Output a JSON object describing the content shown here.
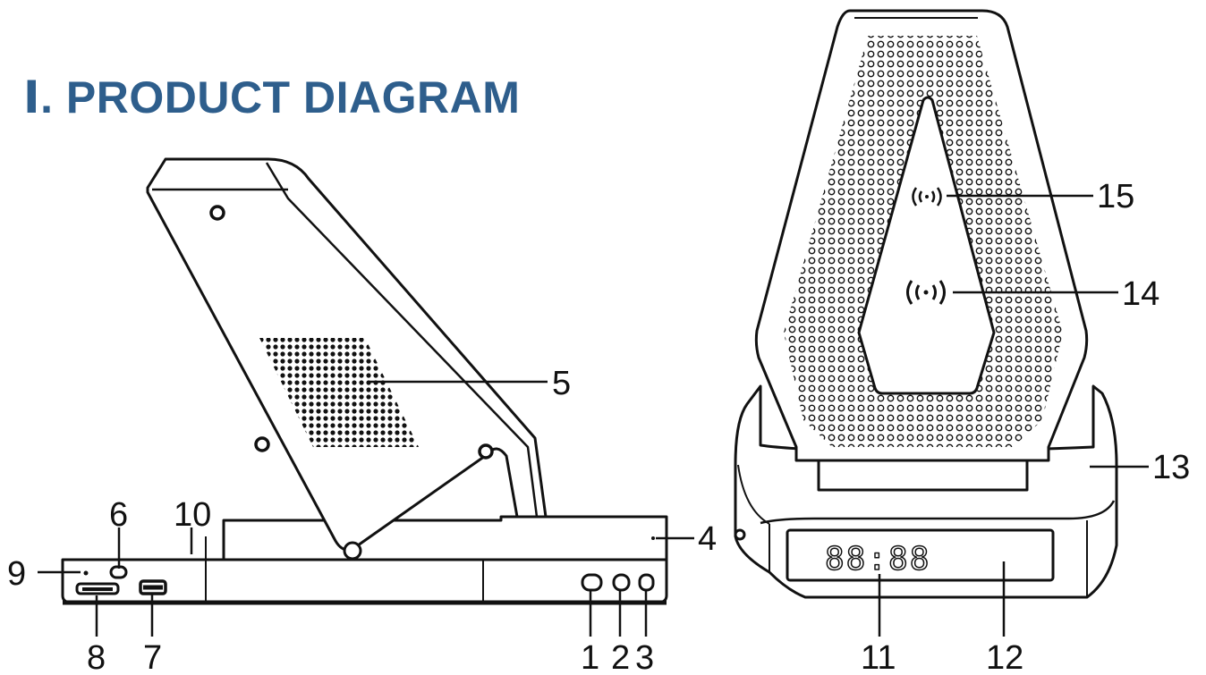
{
  "title": "Ⅰ. PRODUCT DIAGRAM",
  "colors": {
    "title": "#2e5e8c",
    "line": "#111111",
    "background": "#ffffff"
  },
  "callouts": [
    "1",
    "2",
    "3",
    "4",
    "5",
    "6",
    "7",
    "8",
    "9",
    "10",
    "11",
    "12",
    "13",
    "14",
    "15"
  ],
  "clock_display": "88:88",
  "icons": {
    "wireless_charging": "wireless-charging-icon"
  }
}
